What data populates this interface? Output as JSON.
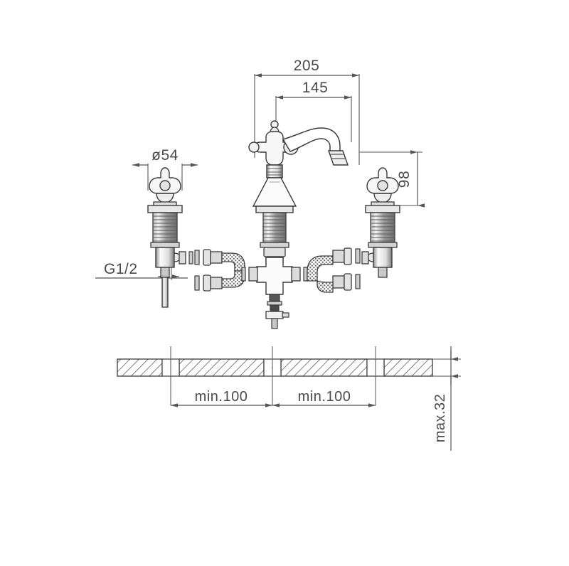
{
  "drawing": {
    "type": "technical-dimension-drawing",
    "subject": "three-hole basin mixer tap with cross handles",
    "background_color": "#ffffff",
    "line_color": "#3a3a3a",
    "dim_line_color": "#555555",
    "text_color": "#4a4a4a",
    "hatch_color": "#555555"
  },
  "dimensions": {
    "spout_total_reach": {
      "label": "205",
      "orientation": "horizontal",
      "position": "top"
    },
    "spout_inner_reach": {
      "label": "145",
      "orientation": "horizontal",
      "position": "top"
    },
    "handle_diameter": {
      "label": "ø54",
      "orientation": "horizontal",
      "position": "left-upper"
    },
    "spout_height": {
      "label": "98",
      "orientation": "vertical",
      "position": "right"
    },
    "hole_spacing_left": {
      "label": "min.100",
      "orientation": "horizontal",
      "position": "bottom-left"
    },
    "hole_spacing_right": {
      "label": "min.100",
      "orientation": "horizontal",
      "position": "bottom-right"
    },
    "counter_thickness": {
      "label": "max.32",
      "orientation": "vertical-rotated",
      "position": "bottom-right"
    },
    "thread_size": {
      "label": "G1/2",
      "orientation": "horizontal",
      "position": "left-lower"
    }
  },
  "components": {
    "left_valve": "left cross-handle valve body",
    "center_spout": "curved swan-neck spout with cross handle",
    "right_valve": "right cross-handle valve body",
    "cross_fitting": "four-way cross connector",
    "braided_hoses": "two flexible braided connection hoses",
    "countertop": "hatched counter section with three mounting holes"
  }
}
